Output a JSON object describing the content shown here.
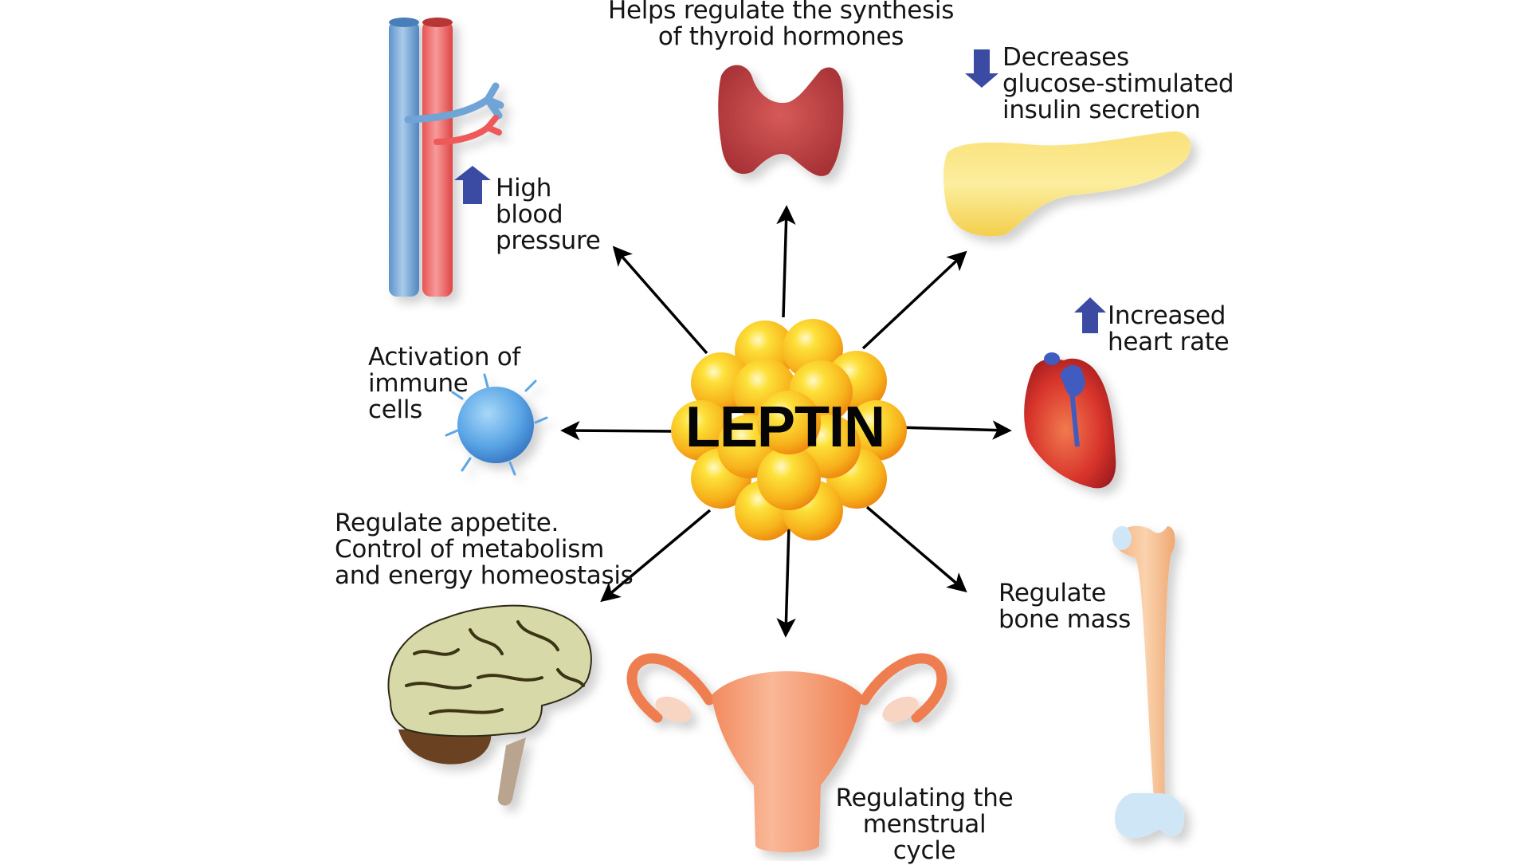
{
  "diagram": {
    "title": "LEPTIN",
    "type": "hub-and-spoke",
    "center": {
      "label": "LEPTIN",
      "graphic": "fat-cell-cluster-icon",
      "color": "#F5B800"
    },
    "effects": [
      {
        "id": "blood-pressure",
        "lines": [
          "High",
          "blood",
          "pressure"
        ],
        "indicator": "up",
        "organ": "blood-vessels"
      },
      {
        "id": "thyroid",
        "lines": [
          "Helps regulate the synthesis",
          "of thyroid hormones"
        ],
        "indicator": null,
        "organ": "thyroid"
      },
      {
        "id": "insulin",
        "lines": [
          "Decreases",
          "glucose-stimulated",
          "insulin secretion"
        ],
        "indicator": "down",
        "organ": "pancreas"
      },
      {
        "id": "heart-rate",
        "lines": [
          "Increased",
          "heart rate"
        ],
        "indicator": "up",
        "organ": "heart"
      },
      {
        "id": "immune",
        "lines": [
          "Activation of",
          "immune",
          "cells"
        ],
        "indicator": null,
        "organ": "immune-cell"
      },
      {
        "id": "appetite",
        "lines": [
          "Regulate appetite.",
          "Control of metabolism",
          "and energy homeostasis"
        ],
        "indicator": null,
        "organ": "brain"
      },
      {
        "id": "menstrual",
        "lines": [
          "Regulating the",
          "menstrual cycle"
        ],
        "indicator": null,
        "organ": "uterus"
      },
      {
        "id": "bone",
        "lines": [
          "Regulate",
          "bone mass"
        ],
        "indicator": null,
        "organ": "bone"
      }
    ],
    "colors": {
      "indicator_arrow": "#3B4BA3",
      "arrow": "#000000",
      "vein": "#6FA3D6",
      "artery": "#EE5A5A",
      "thyroid": "#C8484A",
      "pancreas": "#F8DE6A",
      "heart": "#D7342A",
      "immune_cell": "#4E9BE0",
      "brain": "#D8D9A8",
      "cerebellum": "#6B4322",
      "uterus": "#F0936A",
      "bone": "#F6C89A",
      "cartilage": "#CFE6F7"
    }
  }
}
